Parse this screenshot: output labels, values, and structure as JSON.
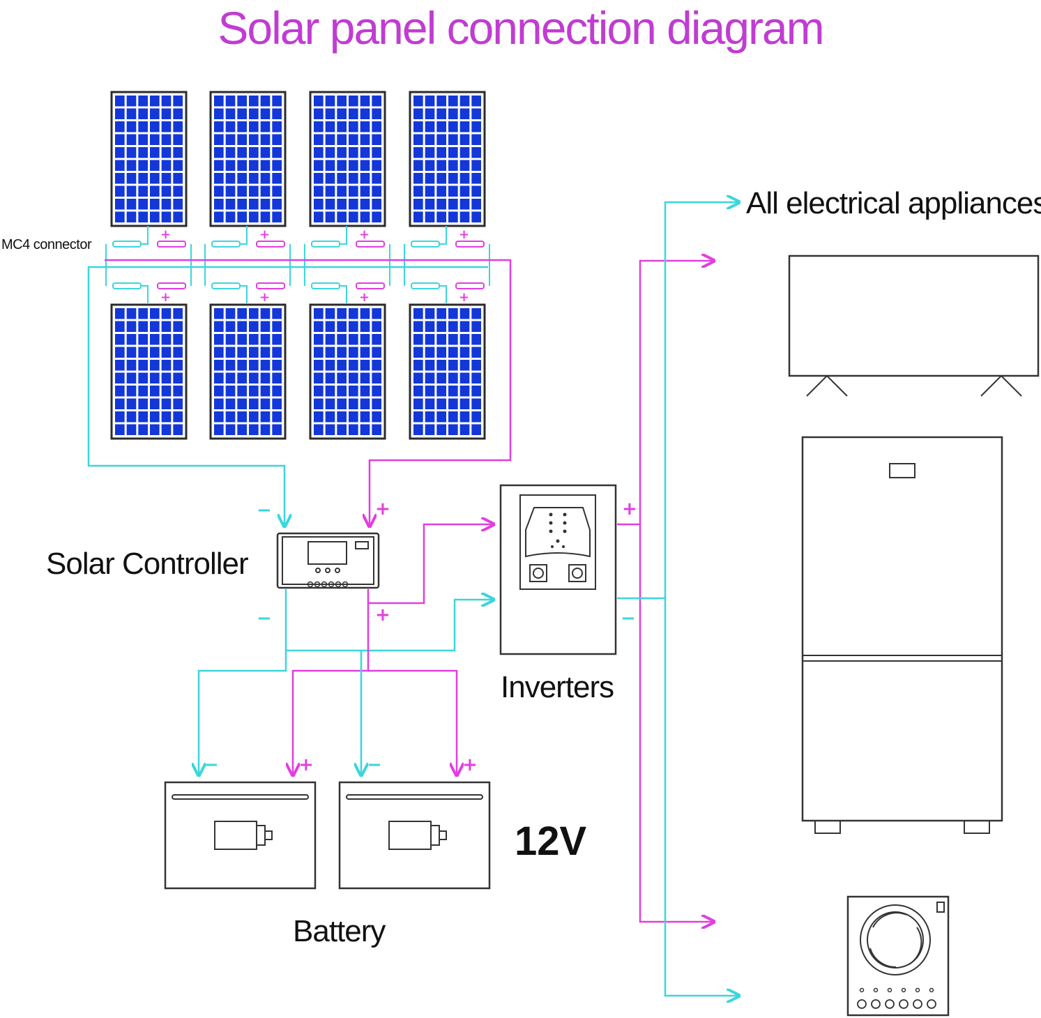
{
  "title": "Solar panel connection diagram",
  "labels": {
    "mc4_connector": "MC4 connector",
    "solar_controller": "Solar Controller",
    "inverters": "Inverters",
    "battery": "Battery",
    "voltage": "12V",
    "appliances": "All electrical appliances"
  },
  "colors": {
    "title": "#c03cd2",
    "positive_wire": "#e23ee0",
    "negative_wire": "#3ad6dc",
    "panel_cell": "#1337d8",
    "panel_frame": "#2b2b2b"
  },
  "icons": {
    "solar_panel": "solar-panel-icon",
    "controller": "charge-controller-icon",
    "inverter": "inverter-icon",
    "battery": "battery-icon",
    "tv": "tv-icon",
    "fridge": "fridge-icon",
    "washer": "washing-machine-icon"
  },
  "signs": {
    "positive": "+",
    "negative": "−"
  }
}
